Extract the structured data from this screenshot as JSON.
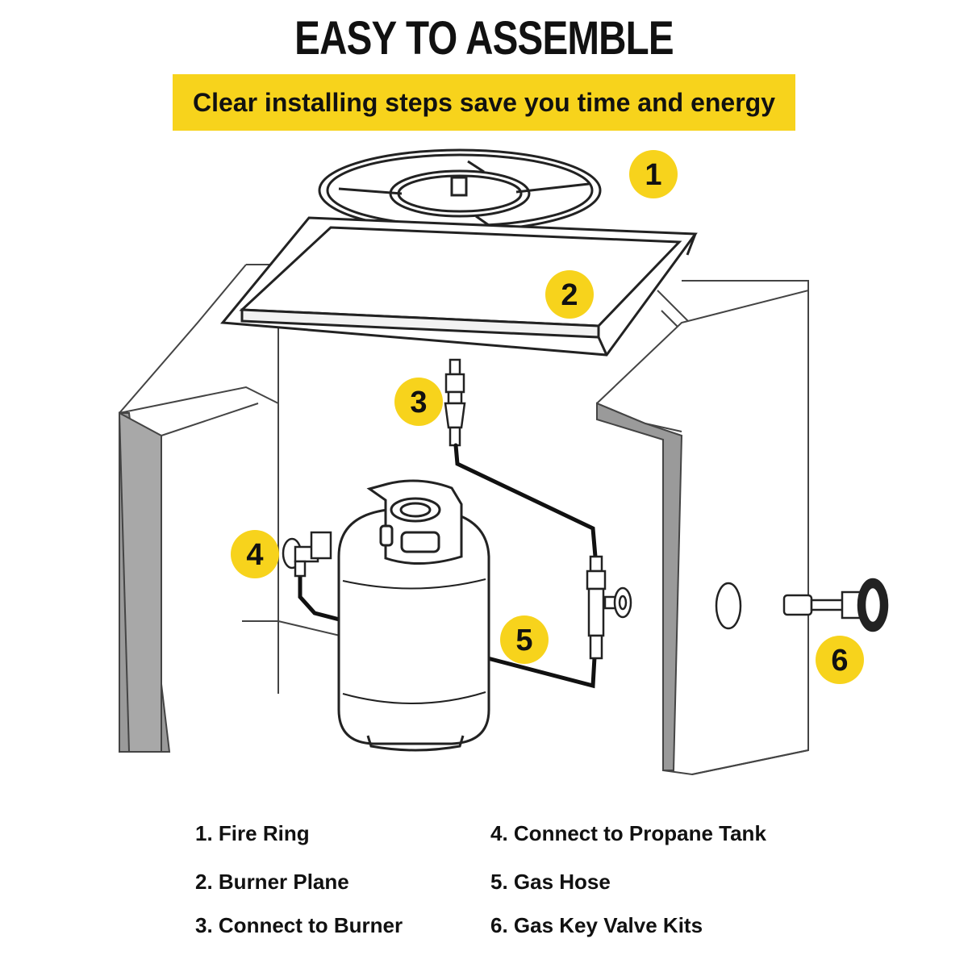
{
  "header": {
    "title": "EASY TO ASSEMBLE",
    "subtitle": "Clear installing steps save you time and energy"
  },
  "colors": {
    "banner": "#f7d31c",
    "badge": "#f7d31c",
    "enclosure_edge": "#9a9a9a",
    "line": "#111111"
  },
  "callouts": [
    {
      "number": "1",
      "part": "fire-ring"
    },
    {
      "number": "2",
      "part": "burner-plane"
    },
    {
      "number": "3",
      "part": "burner-connector"
    },
    {
      "number": "4",
      "part": "propane-tank-connector"
    },
    {
      "number": "5",
      "part": "gas-hose"
    },
    {
      "number": "6",
      "part": "gas-key-valve-kit"
    }
  ],
  "legend": [
    {
      "text": "1. Fire Ring"
    },
    {
      "text": "2. Burner Plane"
    },
    {
      "text": "3. Connect to Burner"
    },
    {
      "text": "4. Connect to Propane Tank"
    },
    {
      "text": "5. Gas Hose"
    },
    {
      "text": "6. Gas Key Valve Kits"
    }
  ]
}
